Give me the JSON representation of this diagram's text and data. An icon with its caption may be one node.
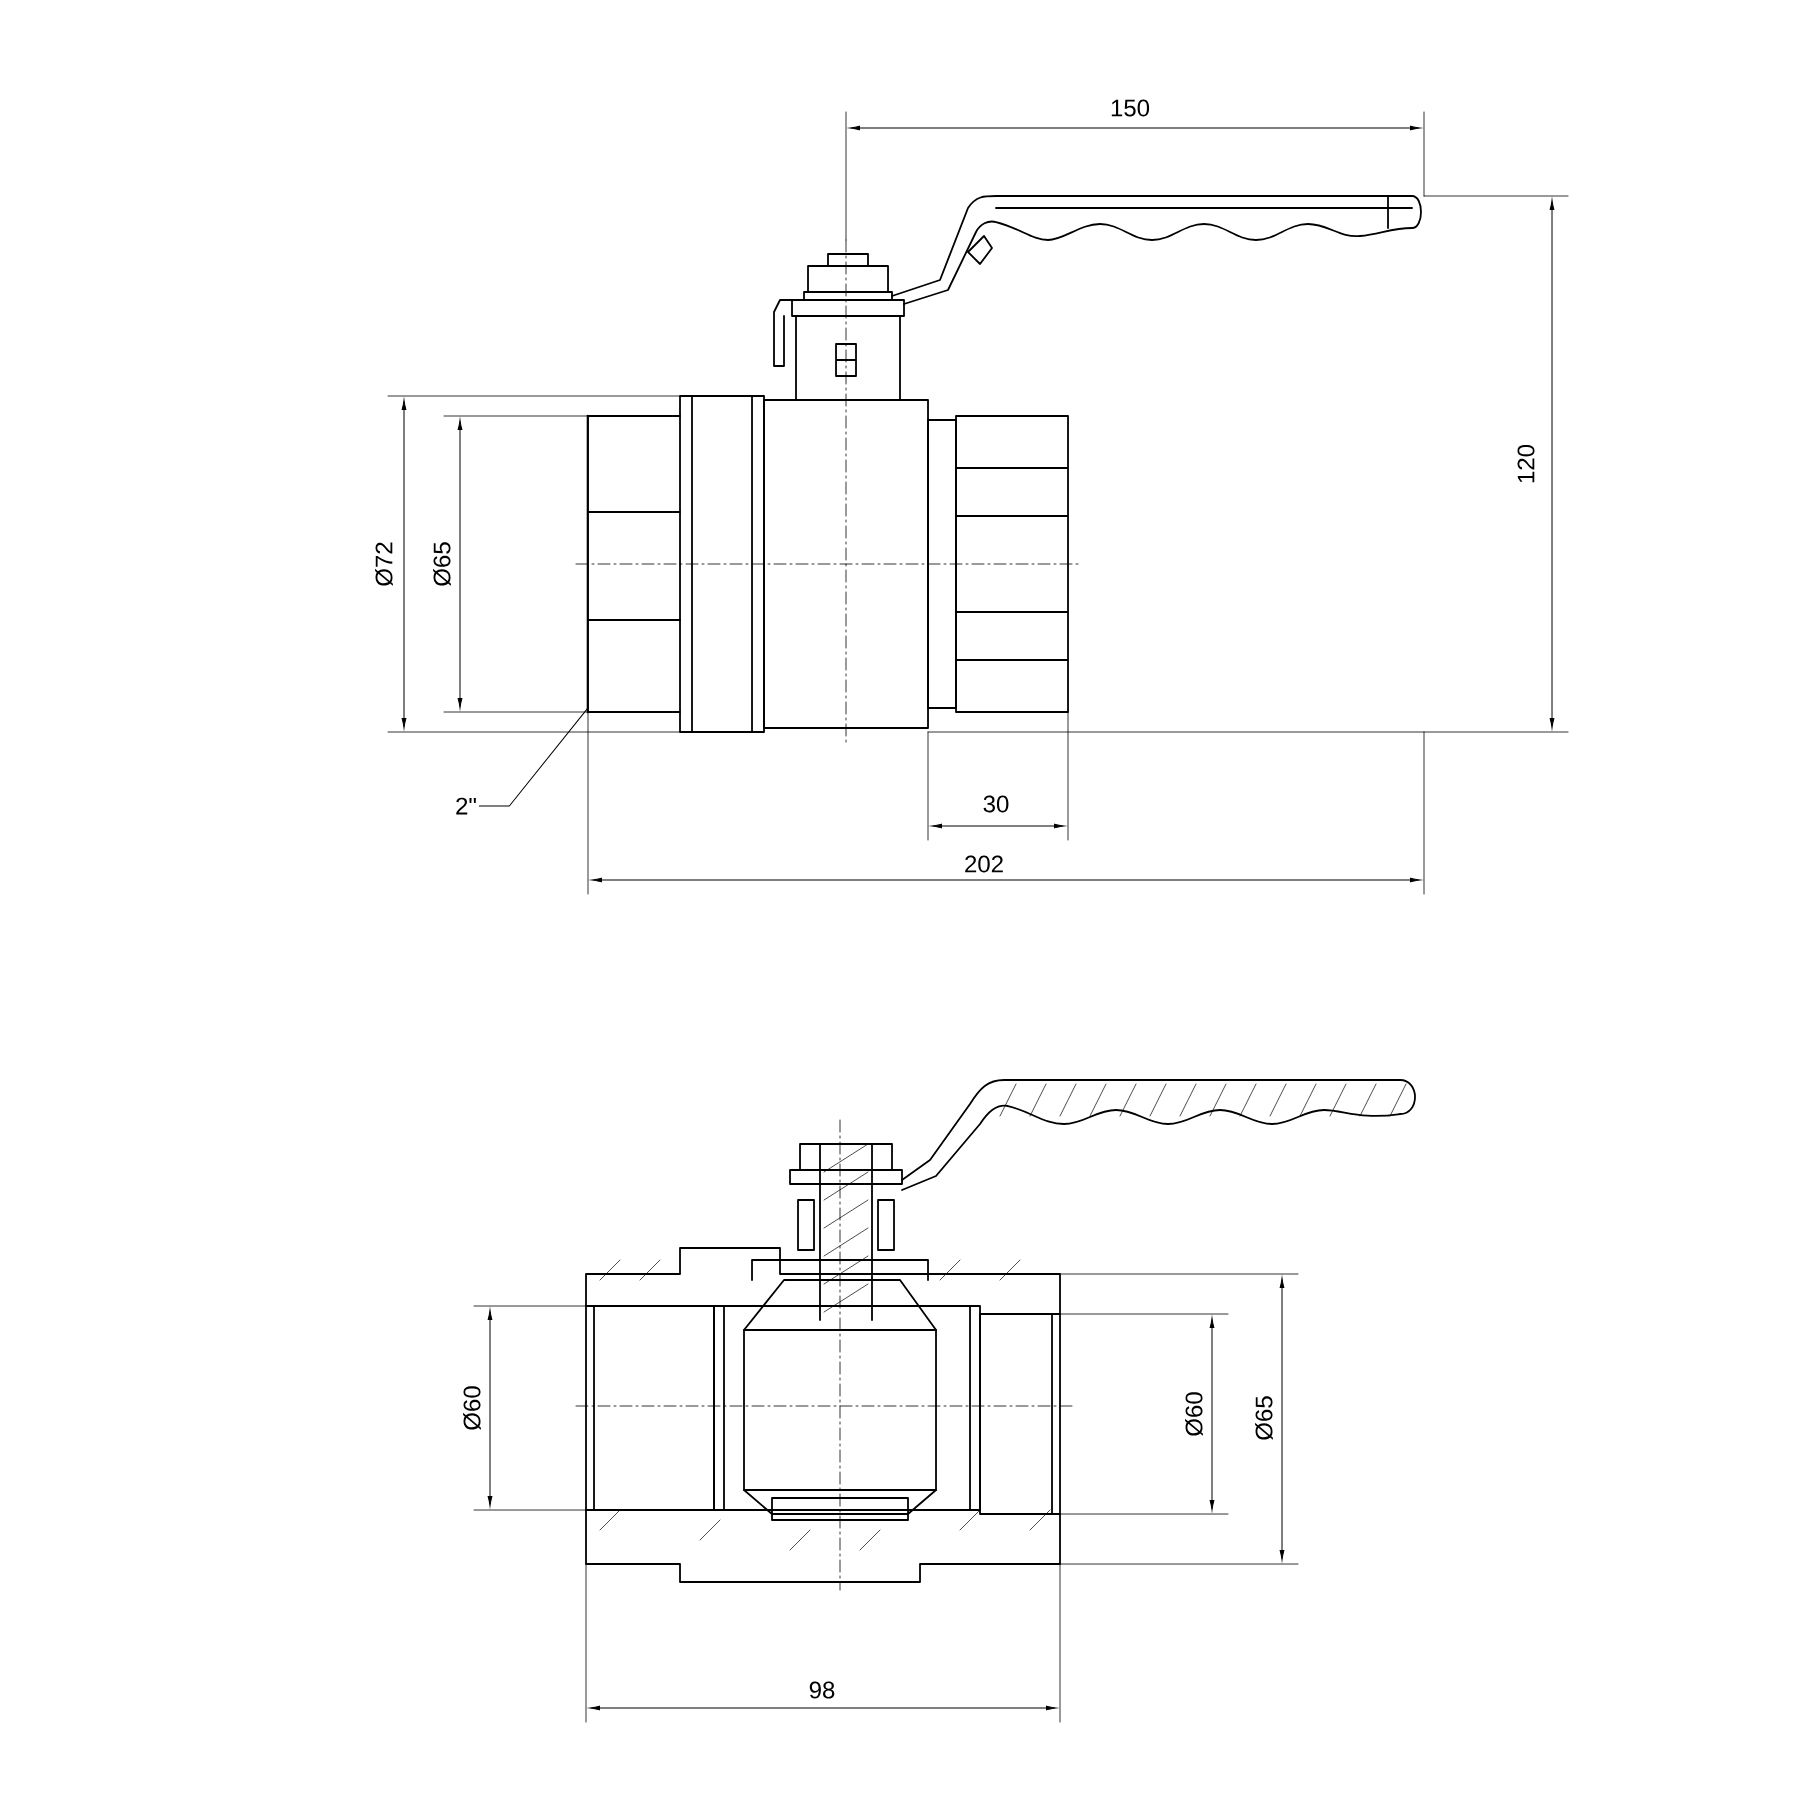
{
  "diagram": {
    "nodes": [
      {
        "text": [
          "2\""
        ]
      },
      {
        "text": [],
        "shape": "box"
      }
    ],
    "edges": [
      {
        "from": 0,
        "to": 1,
        "arrow": "none"
      }
    ],
    "labels": [
      "150",
      "120",
      "Ø72",
      "Ø65",
      "30",
      "202",
      "Ø60",
      "Ø60",
      "Ø65",
      "98"
    ]
  }
}
